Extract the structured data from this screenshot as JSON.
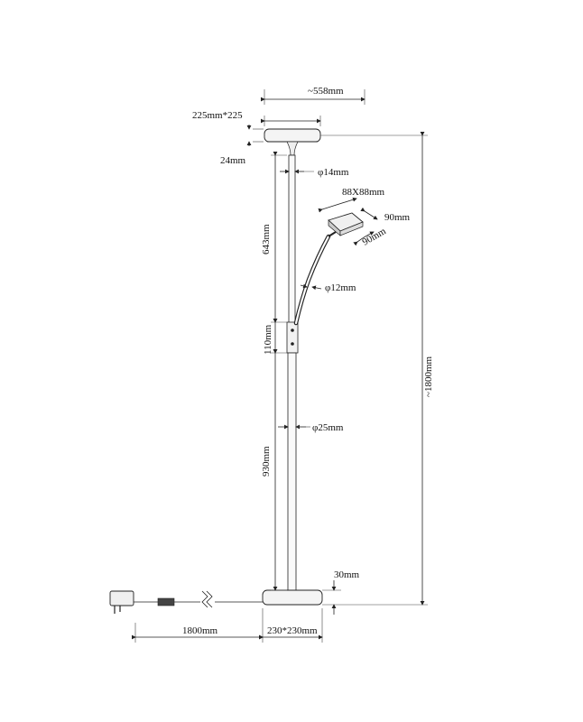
{
  "dimensions": {
    "width_total": "~558mm",
    "head_size": "225mm*225",
    "head_thickness": "24mm",
    "upper_tube_dia": "φ14mm",
    "reading_head_size": "88X88mm",
    "reading_head_depth": "90mm",
    "reading_head_rotation": "90mm",
    "upper_length": "643mm",
    "arm_dia": "φ12mm",
    "joint_height": "110mm",
    "total_height": "~1800mm",
    "lower_tube_dia": "φ25mm",
    "lower_length": "930mm",
    "base_thickness": "30mm",
    "cable_length": "1800mm",
    "base_size": "230*230mm"
  }
}
